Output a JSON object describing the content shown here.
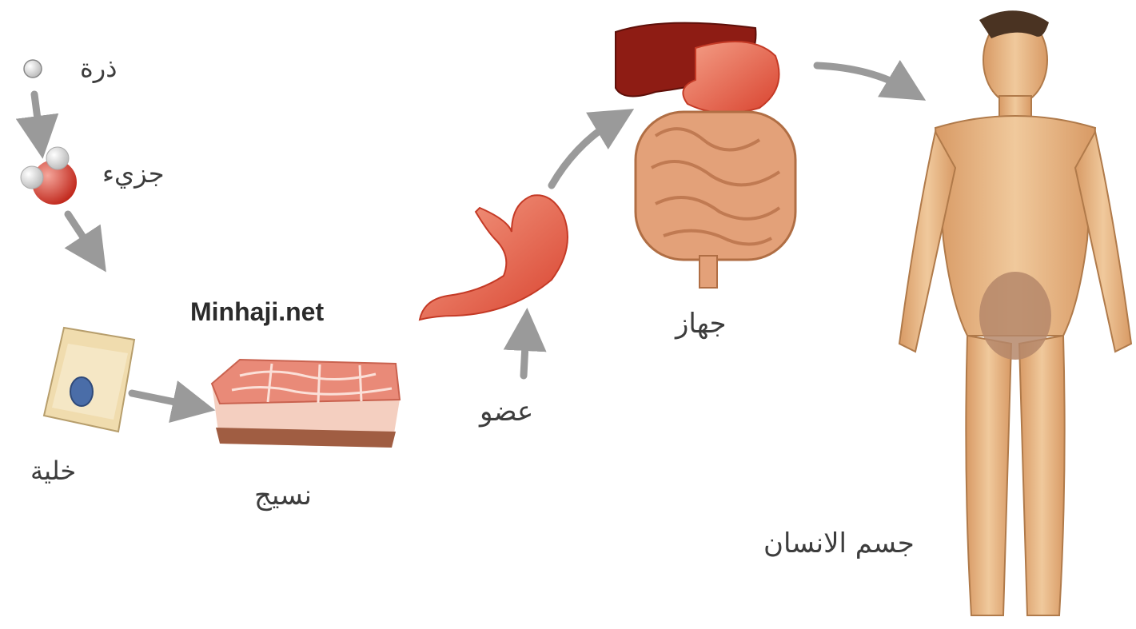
{
  "watermark": "Minhaji.net",
  "levels": {
    "atom": "ذرة",
    "molecule": "جزيء",
    "cell": "خلية",
    "tissue": "نسيج",
    "organ": "عضو",
    "system": "جهاز",
    "body": "جسم الانسان"
  },
  "colors": {
    "arrow": "#9a9a9a",
    "organ_red": "#e8614f",
    "liver": "#8e1c14",
    "skin": "#e7b98a",
    "label": "#3d3d3d"
  }
}
